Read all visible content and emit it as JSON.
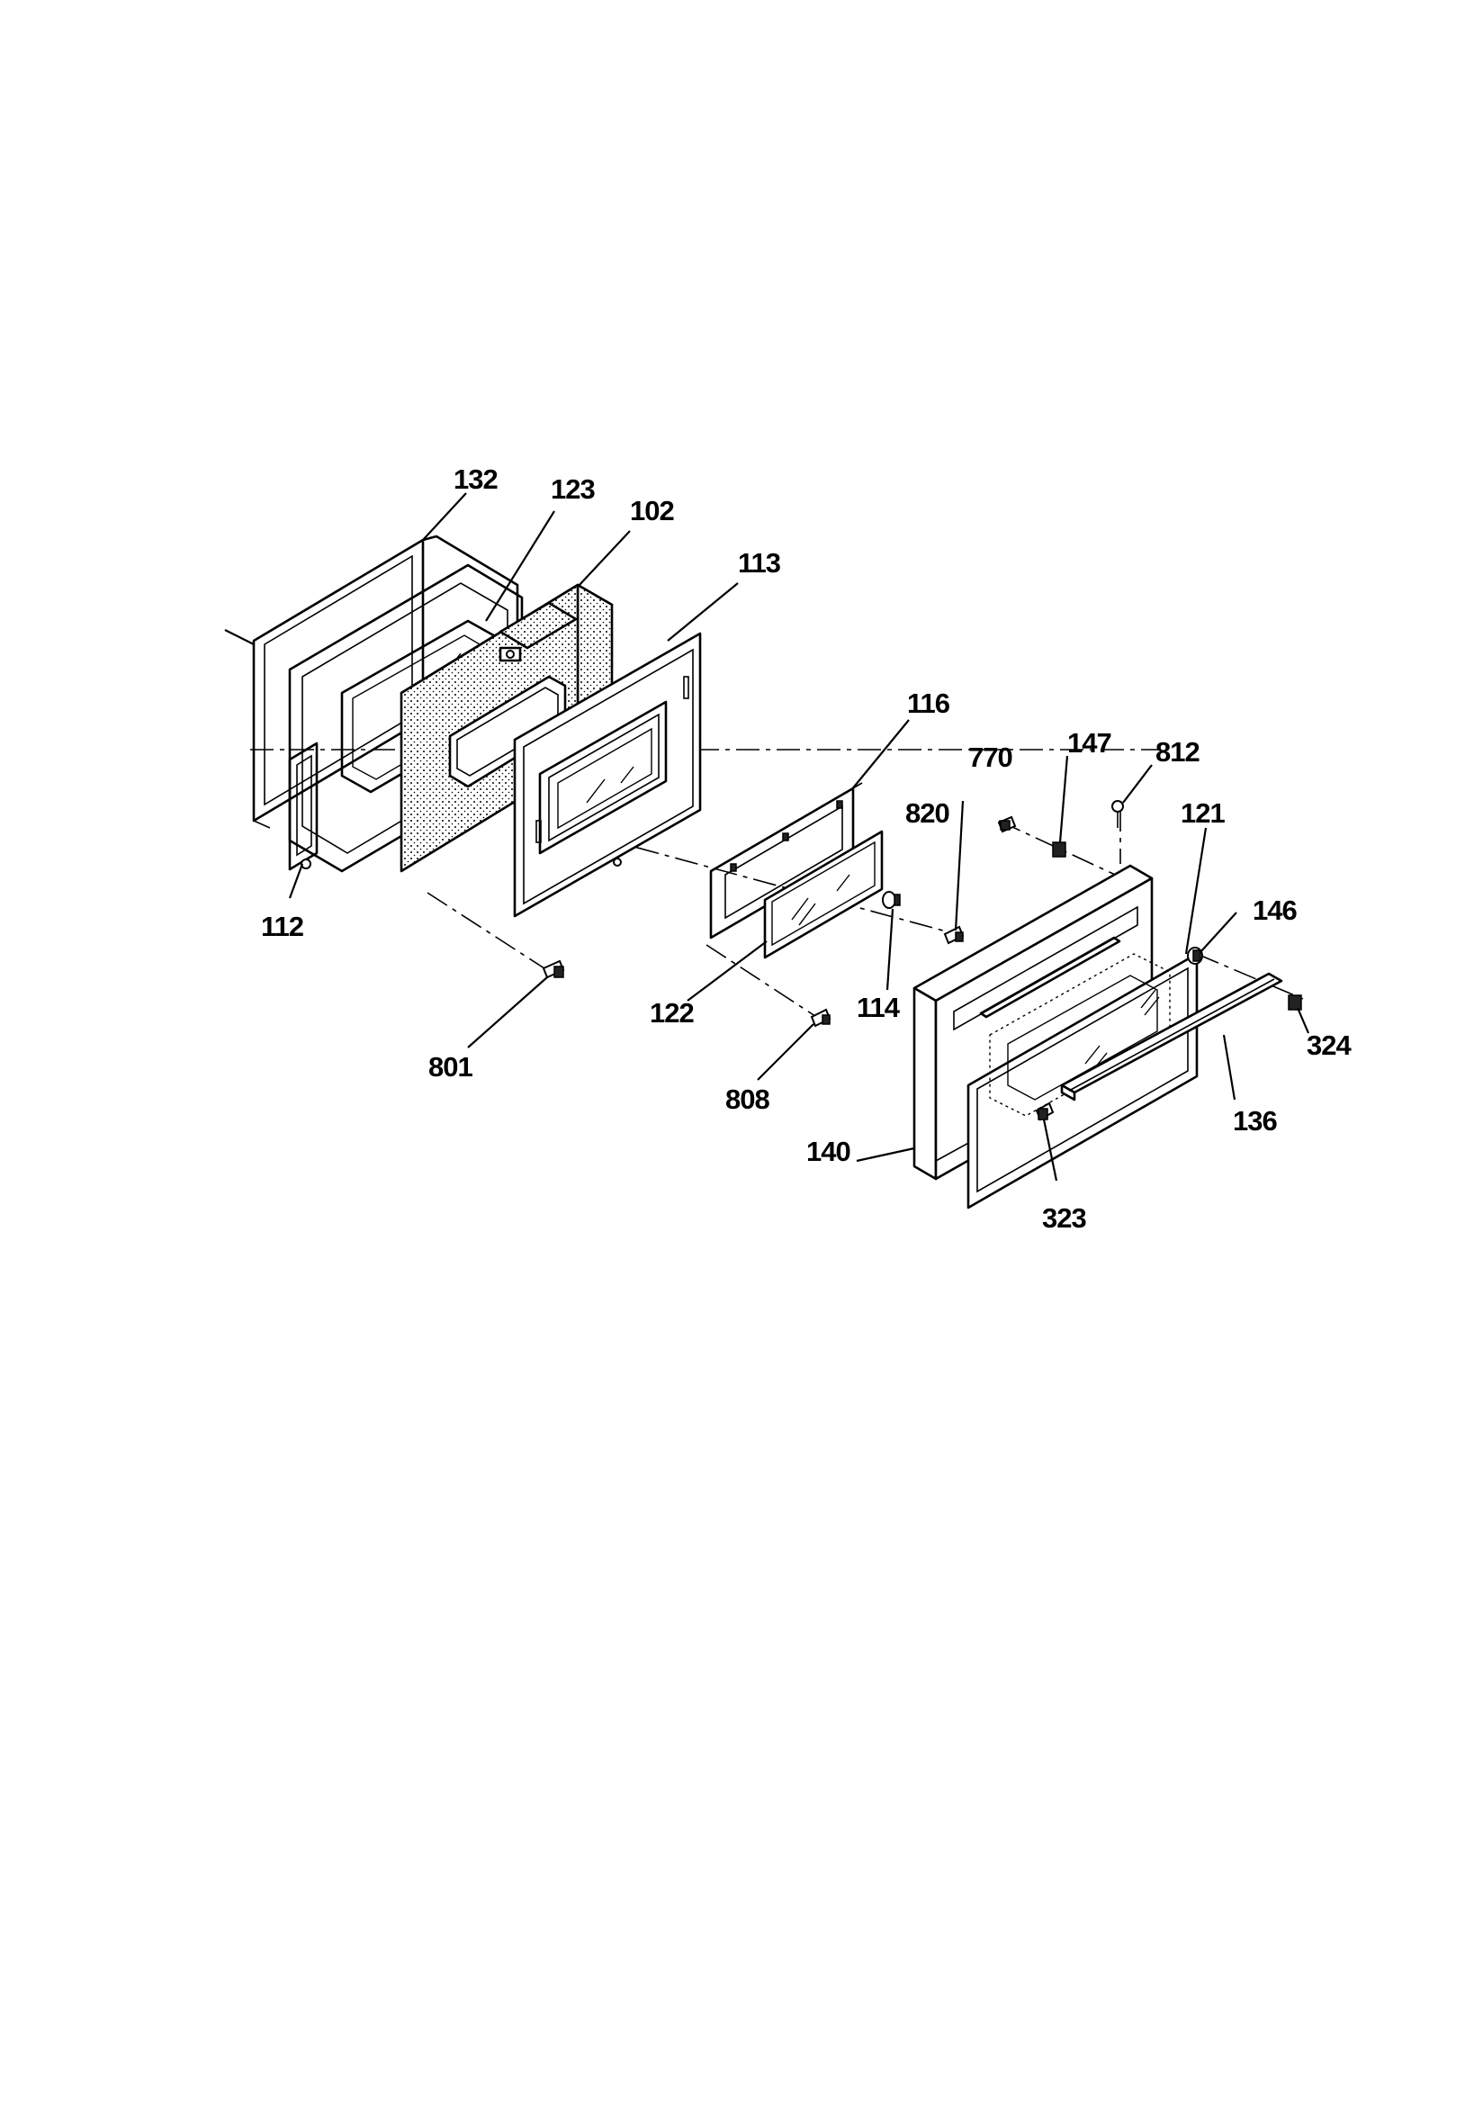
{
  "diagram": {
    "parts": [
      {
        "id": "132"
      },
      {
        "id": "123"
      },
      {
        "id": "102"
      },
      {
        "id": "113"
      },
      {
        "id": "112"
      },
      {
        "id": "116"
      },
      {
        "id": "770"
      },
      {
        "id": "147"
      },
      {
        "id": "812"
      },
      {
        "id": "820"
      },
      {
        "id": "121"
      },
      {
        "id": "146"
      },
      {
        "id": "801"
      },
      {
        "id": "122"
      },
      {
        "id": "114"
      },
      {
        "id": "808"
      },
      {
        "id": "324"
      },
      {
        "id": "140"
      },
      {
        "id": "136"
      },
      {
        "id": "323"
      }
    ]
  }
}
